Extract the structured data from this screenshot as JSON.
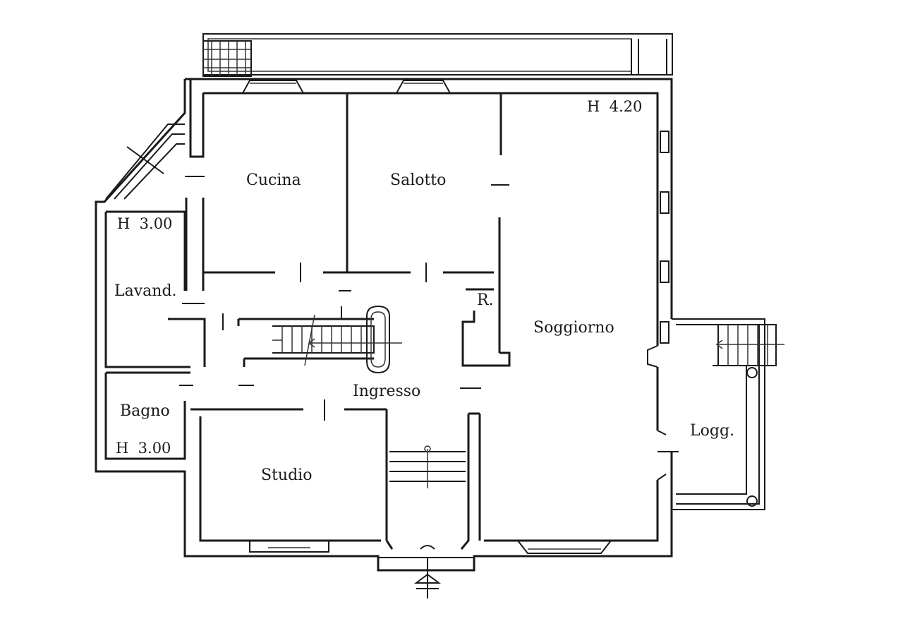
{
  "rooms": {
    "cucina": "Cucina",
    "salotto": "Salotto",
    "soggiorno": "Soggiorno",
    "lavanderia": "Lavand.",
    "bagno": "Bagno",
    "ingresso": "Ingresso",
    "studio": "Studio",
    "loggia": "Logg.",
    "ripostiglio": "R."
  },
  "heights": {
    "soggiorno": "H  4.20",
    "lavanderia": "H  3.00",
    "bagno": "H  3.00"
  },
  "colors": {
    "ink": "#1a1a1a",
    "paper": "#ffffff"
  }
}
